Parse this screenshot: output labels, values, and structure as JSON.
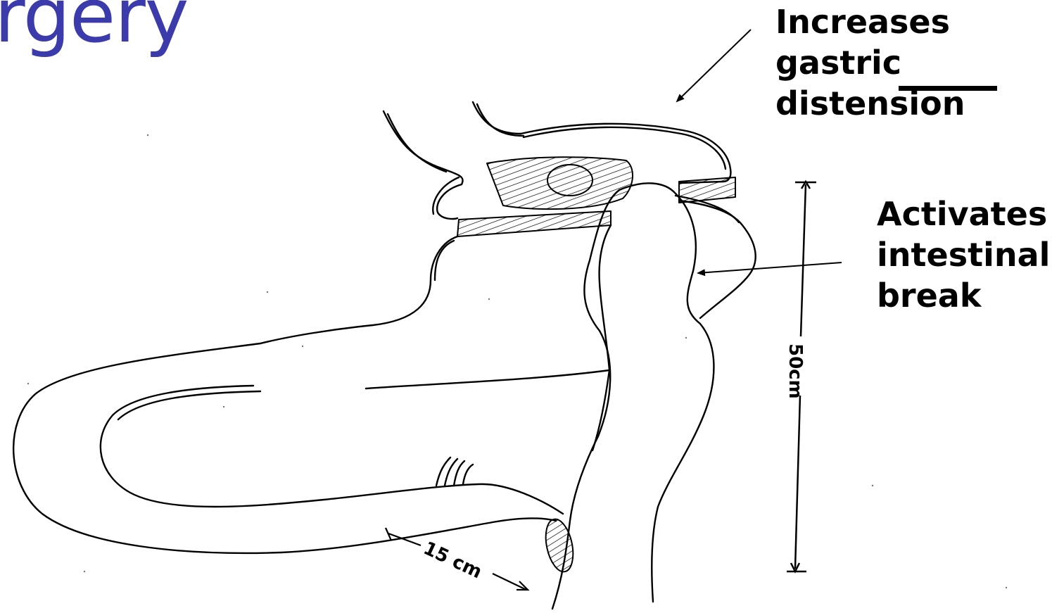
{
  "slide": {
    "title_fragment": "rgery"
  },
  "callouts": {
    "top": [
      "Increases",
      "gastric",
      "distension"
    ],
    "right": [
      "Activates",
      "intestinal",
      "break"
    ]
  },
  "dimensions": {
    "vertical_label": "50cm",
    "horizontal_label": "15 cm"
  }
}
